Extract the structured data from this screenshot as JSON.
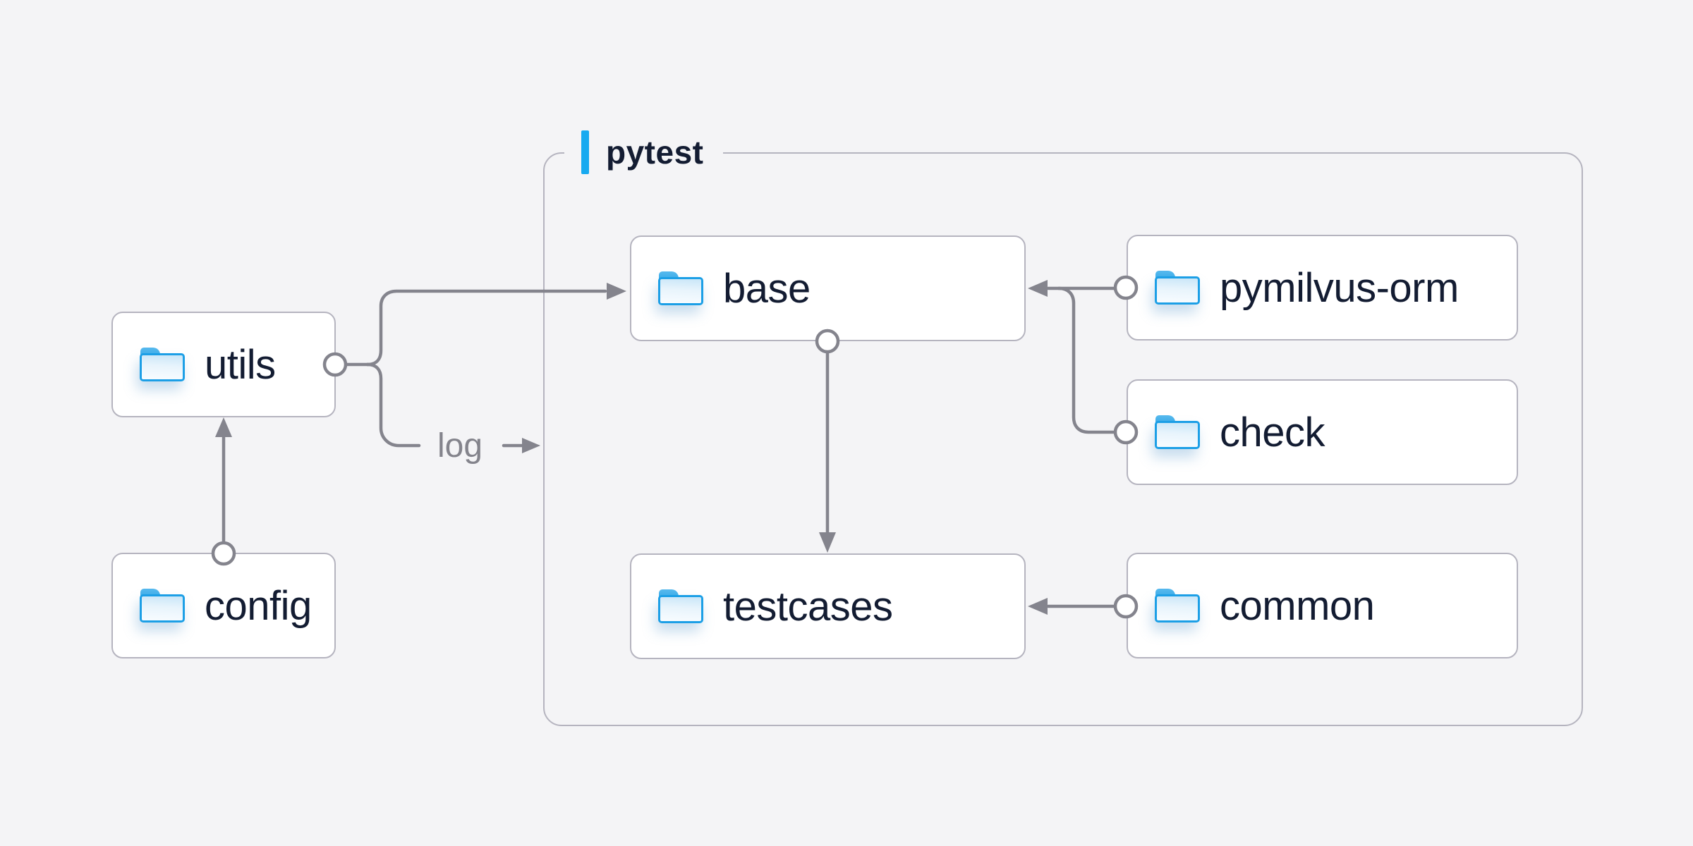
{
  "group": {
    "label": "pytest",
    "accent_color": "#18aaf0",
    "border_color": "#b5b4bf"
  },
  "nodes": {
    "utils": {
      "label": "utils",
      "icon": "folder-icon"
    },
    "config": {
      "label": "config",
      "icon": "folder-icon"
    },
    "base": {
      "label": "base",
      "icon": "folder-icon"
    },
    "testcases": {
      "label": "testcases",
      "icon": "folder-icon"
    },
    "pymilvus_orm": {
      "label": "pymilvus-orm",
      "icon": "folder-icon"
    },
    "check": {
      "label": "check",
      "icon": "folder-icon"
    },
    "common": {
      "label": "common",
      "icon": "folder-icon"
    }
  },
  "edges": [
    {
      "from": "config",
      "to": "utils"
    },
    {
      "from": "utils",
      "to": "base"
    },
    {
      "from": "utils",
      "to": "log",
      "label": "log"
    },
    {
      "from": "base",
      "to": "testcases"
    },
    {
      "from": "pymilvus-orm",
      "to": "base"
    },
    {
      "from": "check",
      "to": "base"
    },
    {
      "from": "common",
      "to": "testcases"
    }
  ],
  "colors": {
    "background": "#f4f4f6",
    "node_background": "#ffffff",
    "node_border": "#b5b4bf",
    "connector": "#84848d",
    "node_label_text": "#131c32",
    "edge_label_text": "#84848c",
    "folder_blue": "#1c9fe6"
  }
}
